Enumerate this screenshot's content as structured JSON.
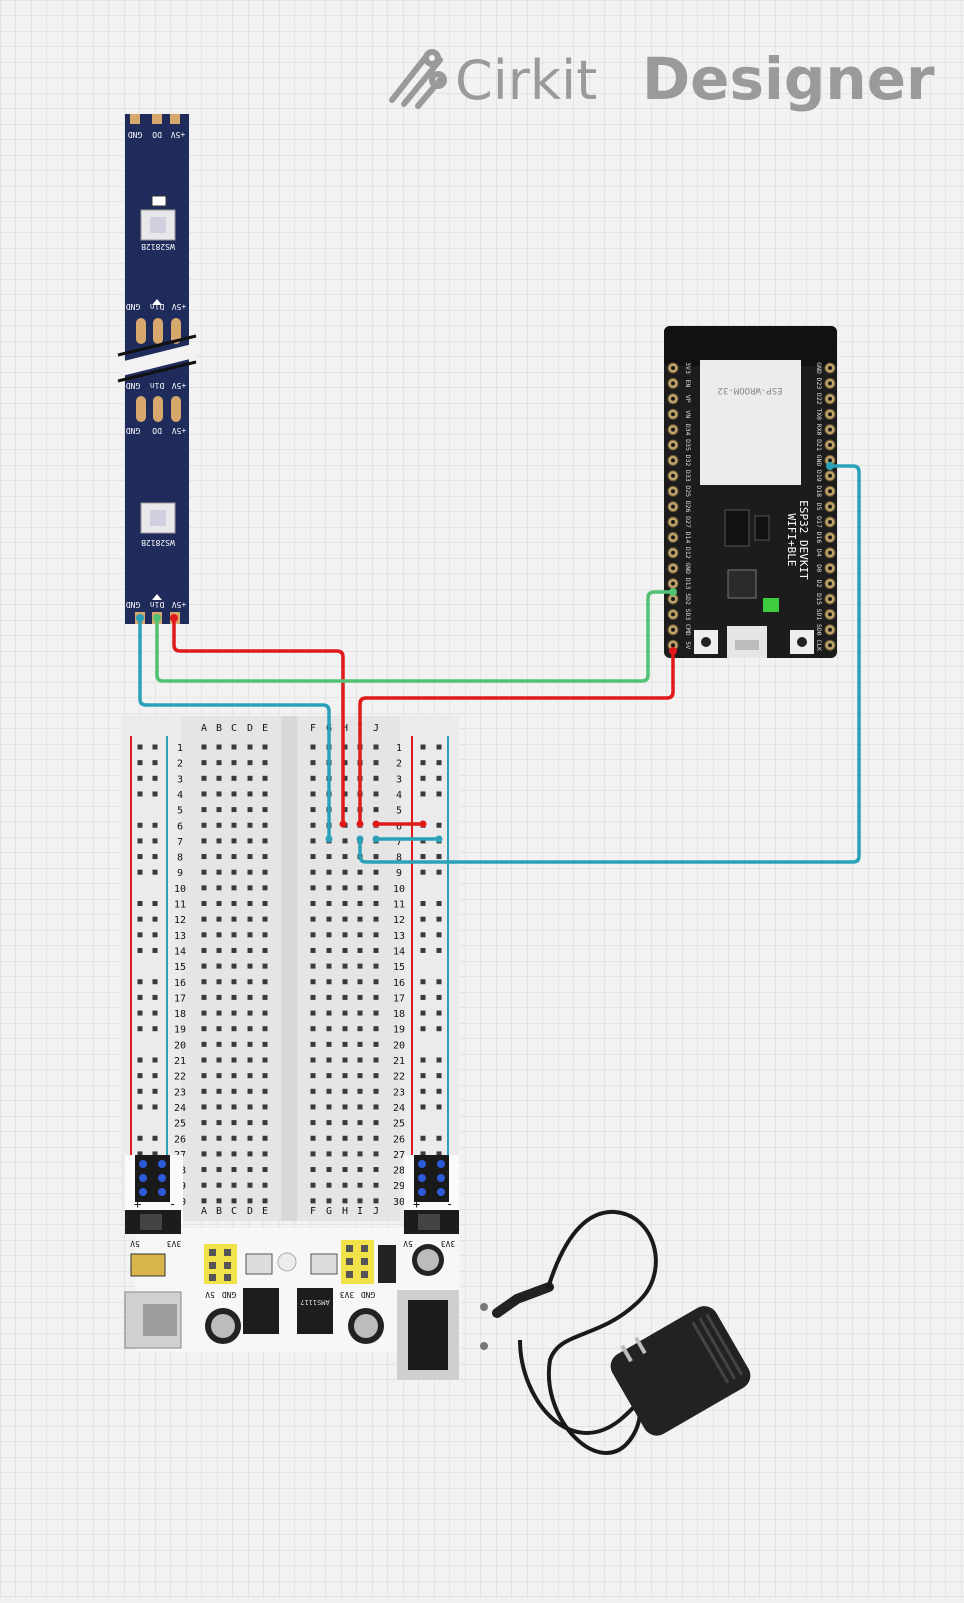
{
  "brand": {
    "name": "Cirkit",
    "product": "Designer",
    "logo_icon": "cirkit-logo-icon"
  },
  "led_strip": {
    "chip_label": "WS2812B",
    "pad_labels_top": [
      "GND",
      "DO",
      "+5V"
    ],
    "pad_labels_in": [
      "GND",
      "Din",
      "+5V"
    ],
    "pad_labels_out": [
      "GND",
      "DO",
      "+5V"
    ],
    "cut_marker": "cut-here-icon"
  },
  "esp32": {
    "module_label": "ESP-WROOM-32",
    "board_label_1": "ESP32 DEVKIT",
    "board_label_2": "WIFI+BLE",
    "left_pins": [
      "3V3",
      "EN",
      "VP",
      "VN",
      "D34",
      "D35",
      "D32",
      "D33",
      "D25",
      "D26",
      "D27",
      "D14",
      "D12",
      "GND",
      "D13",
      "SD2",
      "SD3",
      "CMD",
      "5V"
    ],
    "right_pins": [
      "GND",
      "D23",
      "D22",
      "TX0",
      "RX0",
      "D21",
      "GND",
      "D19",
      "D18",
      "D5",
      "D17",
      "D16",
      "D4",
      "D0",
      "D2",
      "D15",
      "SD1",
      "SD0",
      "CLK"
    ]
  },
  "breadboard": {
    "columns_left": [
      "A",
      "B",
      "C",
      "D",
      "E"
    ],
    "columns_right": [
      "F",
      "G",
      "H",
      "I",
      "J"
    ],
    "row_count": 30
  },
  "power_module": {
    "left_jumper_labels": [
      "5V",
      "3V3"
    ],
    "right_jumper_labels": [
      "5V",
      "3V3"
    ],
    "header_left_labels": [
      "5V",
      "GND"
    ],
    "header_right_labels": [
      "3V3",
      "GND"
    ],
    "regulator_label": "AMS1117",
    "polarity_plus": "+",
    "polarity_minus": "-"
  },
  "adapter": {
    "name": "power-adapter-icon"
  },
  "wire_colors": {
    "power": "#e0191a",
    "ground": "#2aa1b8",
    "data": "#52c173"
  }
}
